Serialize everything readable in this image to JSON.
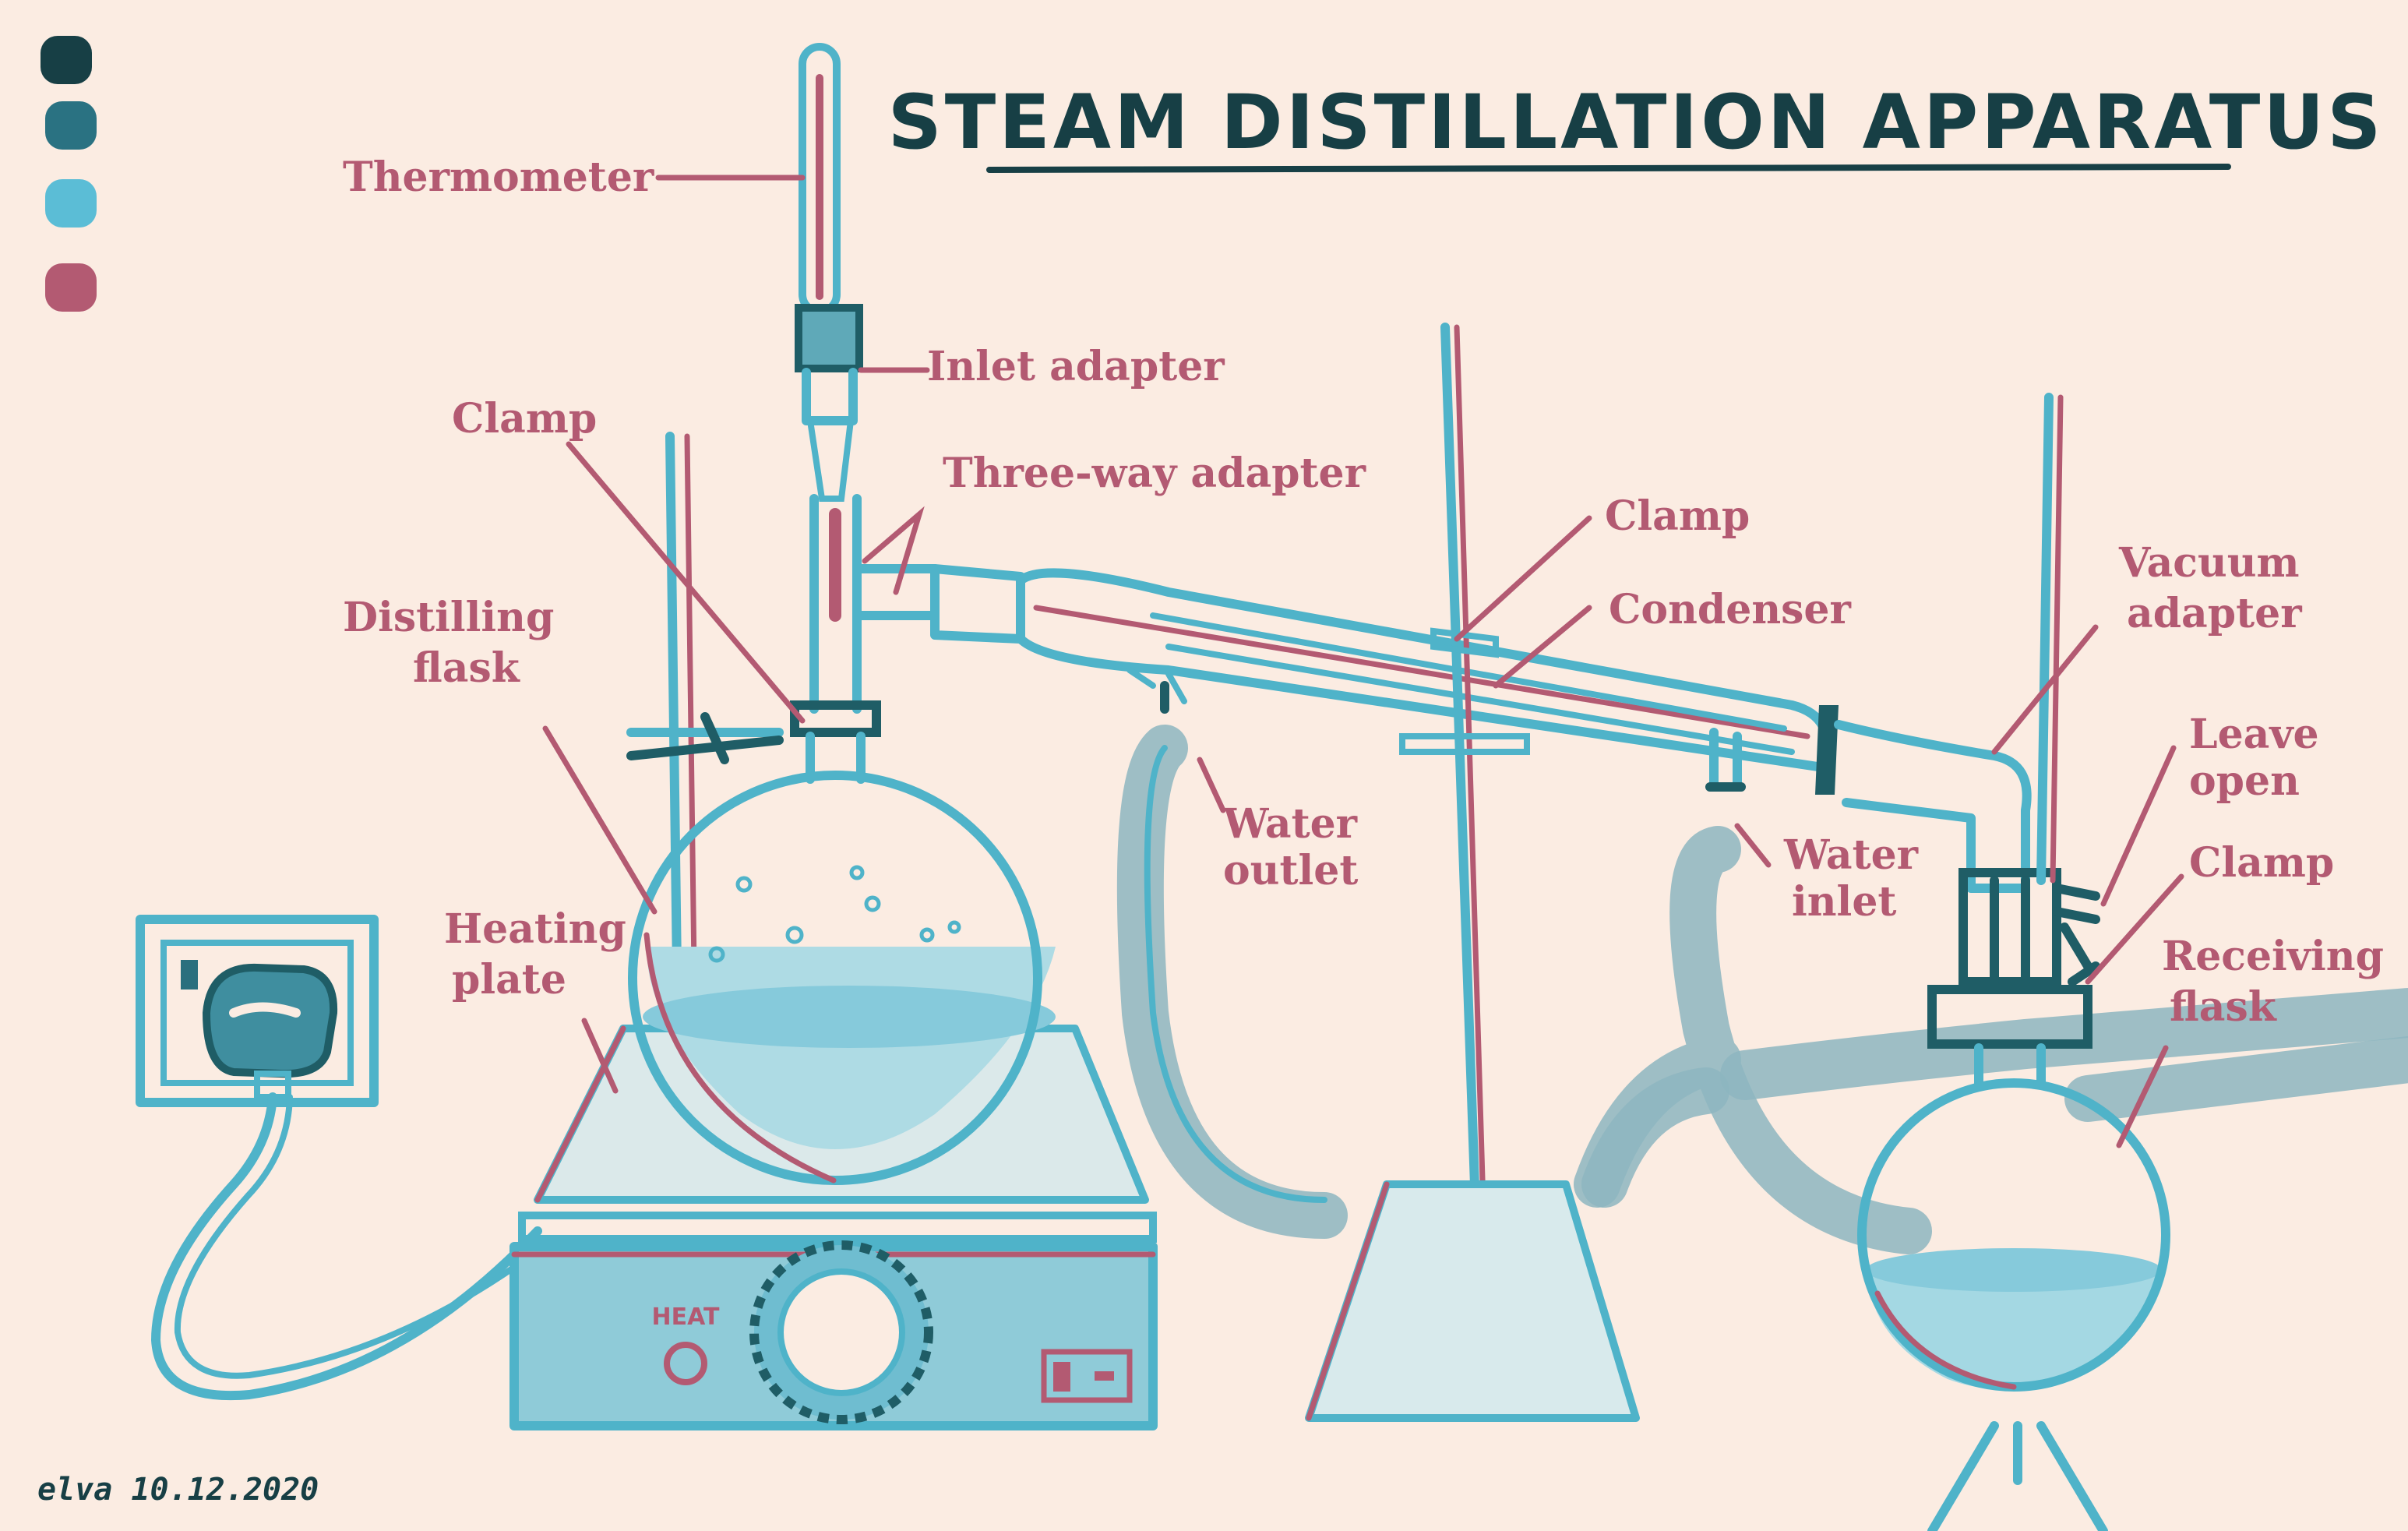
{
  "title": "STEAM DISTILLATION APPARATUS",
  "signature": "elva 10.12.2020",
  "heat_label": "HEAT",
  "palette": [
    "#173f45",
    "#2a7282",
    "#5bbdd6",
    "#b35a72"
  ],
  "labels": {
    "thermometer": "Thermometer",
    "inlet_adapter": "Inlet adapter",
    "clamp_left": "Clamp",
    "three_way_adapter": "Three-way adapter",
    "distilling_flask": [
      "Distilling",
      "flask"
    ],
    "heating_plate": [
      "Heating",
      "plate"
    ],
    "clamp_middle": "Clamp",
    "condenser": "Condenser",
    "water_outlet": [
      "Water",
      "outlet"
    ],
    "water_inlet": [
      "Water",
      "inlet"
    ],
    "vacuum_adapter": [
      "Vacuum",
      "adapter"
    ],
    "leave_open": [
      "Leave",
      "open"
    ],
    "clamp_right": "Clamp",
    "receiving_flask": [
      "Receiving",
      "flask"
    ]
  }
}
